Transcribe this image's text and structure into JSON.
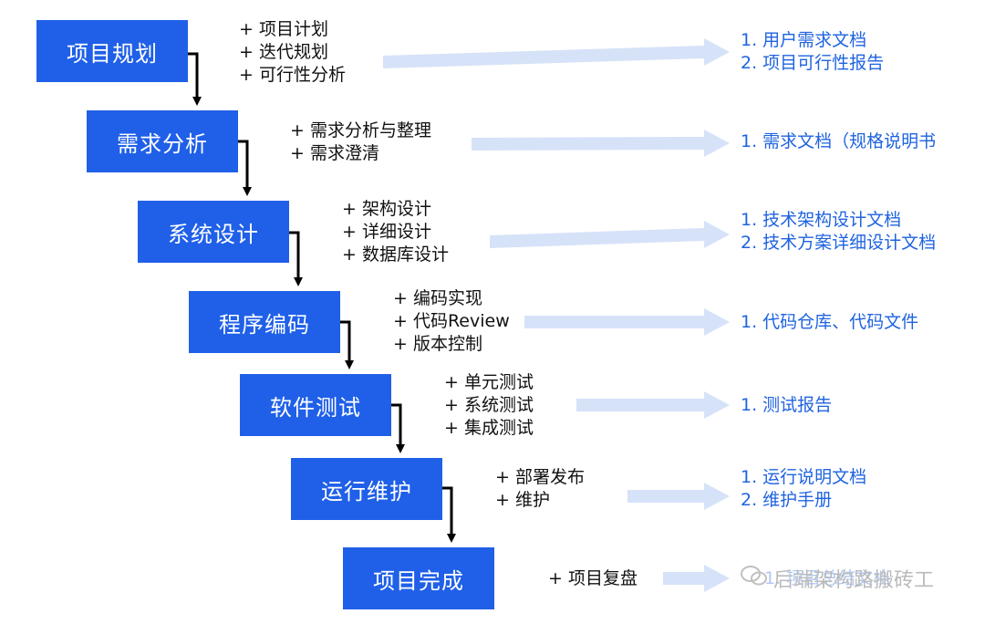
{
  "stages": [
    {
      "name": "项目规划",
      "activities": [
        "+ 项目计划",
        "+ 迭代规划",
        "+ 可行性分析"
      ],
      "outputs": [
        "1. 用户需求文档",
        "2. 项目可行性报告"
      ]
    },
    {
      "name": "需求分析",
      "activities": [
        "+ 需求分析与整理",
        "+ 需求澄清"
      ],
      "outputs": [
        "1. 需求文档（规格说明书"
      ]
    },
    {
      "name": "系统设计",
      "activities": [
        "+ 架构设计",
        "+ 详细设计",
        "+ 数据库设计"
      ],
      "outputs": [
        "1. 技术架构设计文档",
        "2. 技术方案详细设计文档"
      ]
    },
    {
      "name": "程序编码",
      "activities": [
        "+ 编码实现",
        "+ 代码Review",
        "+ 版本控制"
      ],
      "outputs": [
        "1. 代码仓库、代码文件"
      ]
    },
    {
      "name": "软件测试",
      "activities": [
        "+ 单元测试",
        "+ 系统测试",
        "+ 集成测试"
      ],
      "outputs": [
        "1. 测试报告"
      ]
    },
    {
      "name": "运行维护",
      "activities": [
        "+ 部署发布",
        "+ 维护"
      ],
      "outputs": [
        "1. 运行说明文档",
        "2. 维护手册"
      ]
    },
    {
      "name": "项目完成",
      "activities": [
        "+ 项目复盘"
      ],
      "outputs": [
        "1. 项目总结文档"
      ]
    }
  ],
  "watermark": {
    "text": "后端架构路搬砖工",
    "icon": "wechat-icon"
  },
  "colors": {
    "box": "#2060e8",
    "output_text": "#1f63e0",
    "wide_arrow": "#d6e2f8"
  }
}
